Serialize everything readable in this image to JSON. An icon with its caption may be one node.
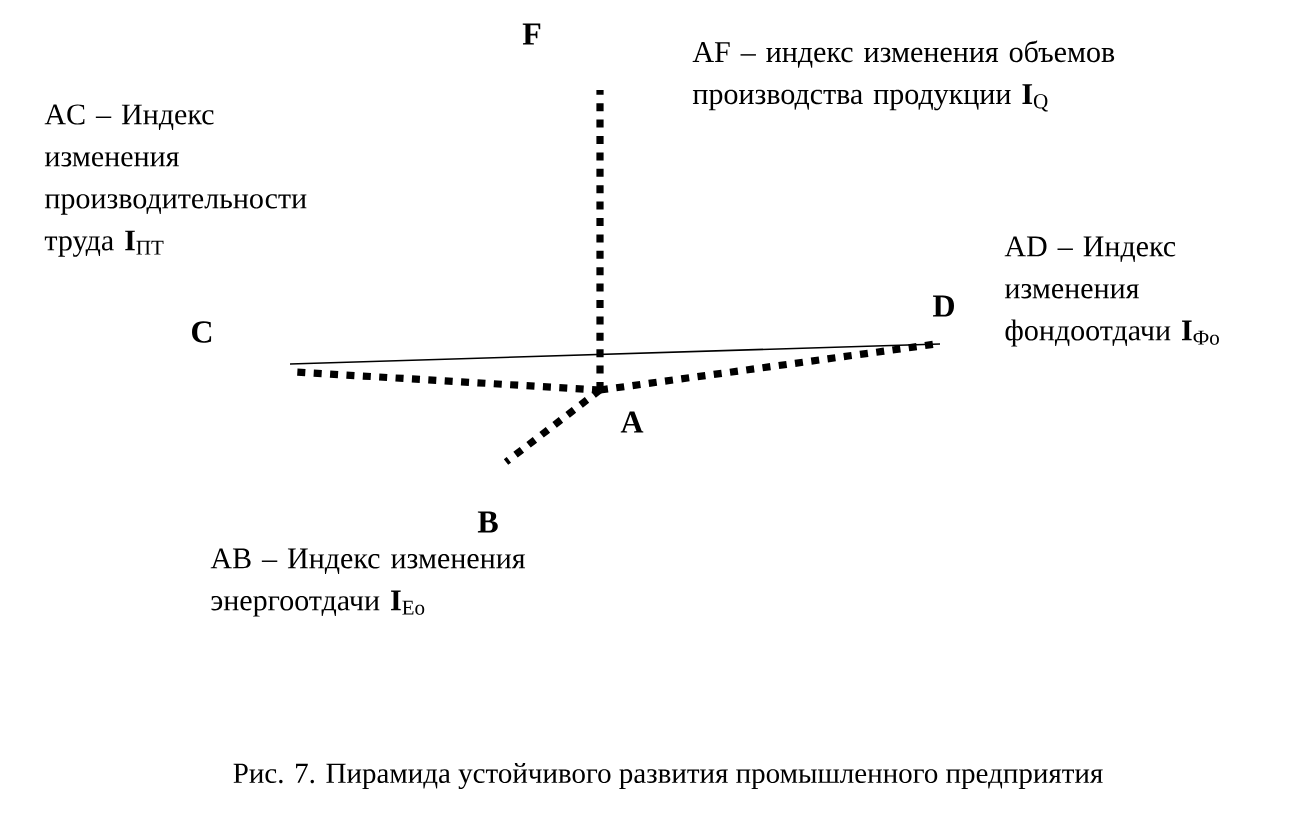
{
  "diagram": {
    "caption": "Рис. 7. Пирамида устойчивого развития промышленного предприятия",
    "nodes": [
      {
        "text": [
          "F"
        ]
      },
      {
        "text": [
          "C"
        ]
      },
      {
        "text": [
          "D"
        ]
      },
      {
        "text": [
          "A"
        ]
      },
      {
        "text": [
          "B"
        ]
      }
    ],
    "edges": [
      {
        "from": 3,
        "to": 0,
        "arrow": "none",
        "style": "dashed"
      },
      {
        "from": 3,
        "to": 1,
        "arrow": "none",
        "style": "dashed"
      },
      {
        "from": 3,
        "to": 2,
        "arrow": "none",
        "style": "dashed"
      },
      {
        "from": 3,
        "to": 4,
        "arrow": "none",
        "style": "dashed"
      },
      {
        "from": 1,
        "to": 2,
        "arrow": "none"
      }
    ],
    "labels": [
      "AF – индекс изменения объемов производства продукции **I**$_{Q}$",
      "AC – Индекс изменения производительности труда **I**$_{ПТ}$",
      "AD – Индекс изменения фондоотдачи **I**$_{Фо}$",
      "AB – Индекс изменения энергоотдачи **I**$_{Ео}$"
    ]
  }
}
